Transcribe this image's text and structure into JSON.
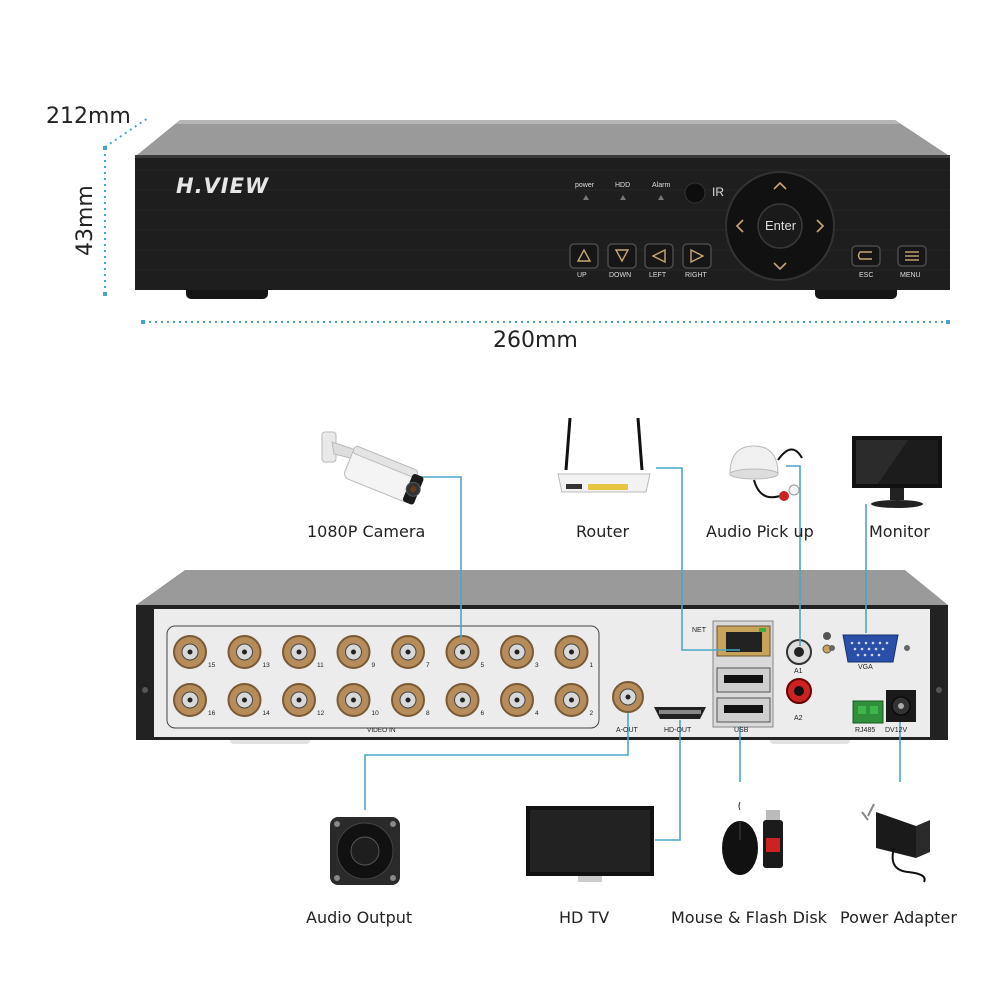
{
  "brand": "H.VIEW",
  "dimensions": {
    "depth": "212mm",
    "height": "43mm",
    "width": "260mm"
  },
  "front_panel": {
    "indicators": [
      "power",
      "HDD",
      "Alarm"
    ],
    "ir_label": "IR",
    "enter_label": "Enter",
    "buttons": [
      "UP",
      "DOWN",
      "LEFT",
      "RIGHT"
    ],
    "esc_label": "ESC",
    "menu_label": "MENU"
  },
  "rear_panel": {
    "bnc_top_numbers": [
      "15",
      "13",
      "11",
      "9",
      "7",
      "5",
      "3",
      "1"
    ],
    "bnc_bottom_numbers": [
      "16",
      "14",
      "12",
      "10",
      "8",
      "6",
      "4",
      "2"
    ],
    "video_in_label": "VIDEO IN",
    "aout_label": "A-OUT",
    "hdout_label": "HD-OUT",
    "net_label": "NET",
    "usb_label": "USB",
    "a1_label": "A1",
    "a2_label": "A2",
    "vga_label": "VGA",
    "rj485_label": "RJ485",
    "dc_label": "DV12V"
  },
  "devices": {
    "camera": "1080P Camera",
    "router": "Router",
    "audio_pickup": "Audio Pick up",
    "monitor": "Monitor",
    "audio_output": "Audio Output",
    "hd_tv": "HD TV",
    "mouse_flash": "Mouse & Flash Disk",
    "power_adapter": "Power Adapter"
  },
  "colors": {
    "connector_line": "#4aa6c8",
    "dim_line": "#4aa6c8",
    "device_body": "#1c1c1c"
  }
}
